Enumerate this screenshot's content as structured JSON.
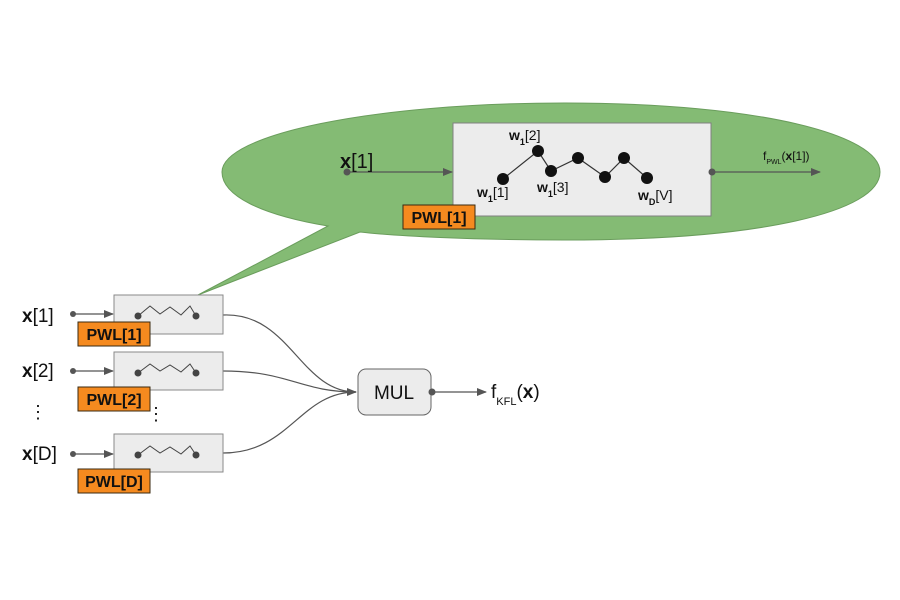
{
  "colors": {
    "bubble": "#84bb74",
    "bubble_stroke": "#5e9a50",
    "box_fill": "#ececec",
    "box_stroke": "#8a8a8a",
    "tag_fill": "#f58a1f",
    "line": "#555555",
    "dot": "#111111"
  },
  "zoom_view": {
    "input_label_bold": "x",
    "input_label_rest": "[1]",
    "tag": "PWL[1]",
    "output_label_f": "f",
    "output_label_sub": "PWL",
    "output_label_open": "(",
    "output_label_x": "x",
    "output_label_close": "[1])",
    "knots": [
      {
        "w": "w",
        "sub": "1",
        "idx": "[1]"
      },
      {
        "w": "w",
        "sub": "1",
        "idx": "[2]"
      },
      {
        "w": "w",
        "sub": "1",
        "idx": "[3]"
      },
      {
        "w": "w",
        "sub": "D",
        "idx": "[V]"
      }
    ]
  },
  "inputs": [
    {
      "bold": "x",
      "rest": "[1]",
      "tag": "PWL[1]"
    },
    {
      "bold": "x",
      "rest": "[2]",
      "tag": "PWL[2]"
    },
    {
      "bold": "x",
      "rest": "[D]",
      "tag": "PWL[D]"
    }
  ],
  "ellipsis": "⋮",
  "mul": {
    "label": "MUL"
  },
  "output": {
    "f": "f",
    "sub": "KFL",
    "open": "(",
    "x": "x",
    "close": ")"
  }
}
